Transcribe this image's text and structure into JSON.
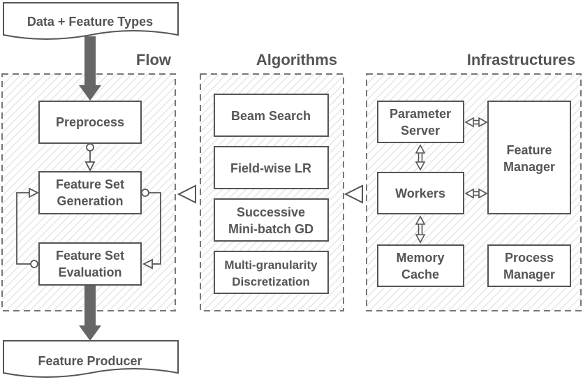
{
  "input": {
    "label": "Data + Feature Types"
  },
  "output": {
    "label": "Feature Producer"
  },
  "flow": {
    "title": "Flow",
    "steps": [
      "Preprocess",
      "Feature Set|Generation",
      "Feature Set|Evaluation"
    ]
  },
  "algorithms": {
    "title": "Algorithms",
    "items": [
      "Beam Search",
      "Field-wise LR",
      "Successive|Mini-batch GD",
      "Multi-granularity|Discretization"
    ]
  },
  "infrastructures": {
    "title": "Infrastructures",
    "parameter_server": "Parameter|Server",
    "workers": "Workers",
    "feature_manager": "Feature|Manager",
    "memory_cache": "Memory|Cache",
    "process_manager": "Process|Manager"
  },
  "colors": {
    "stroke": "#555555",
    "dash": "#777777",
    "hatch": "#e8e8e8",
    "fill": "#ffffff"
  }
}
